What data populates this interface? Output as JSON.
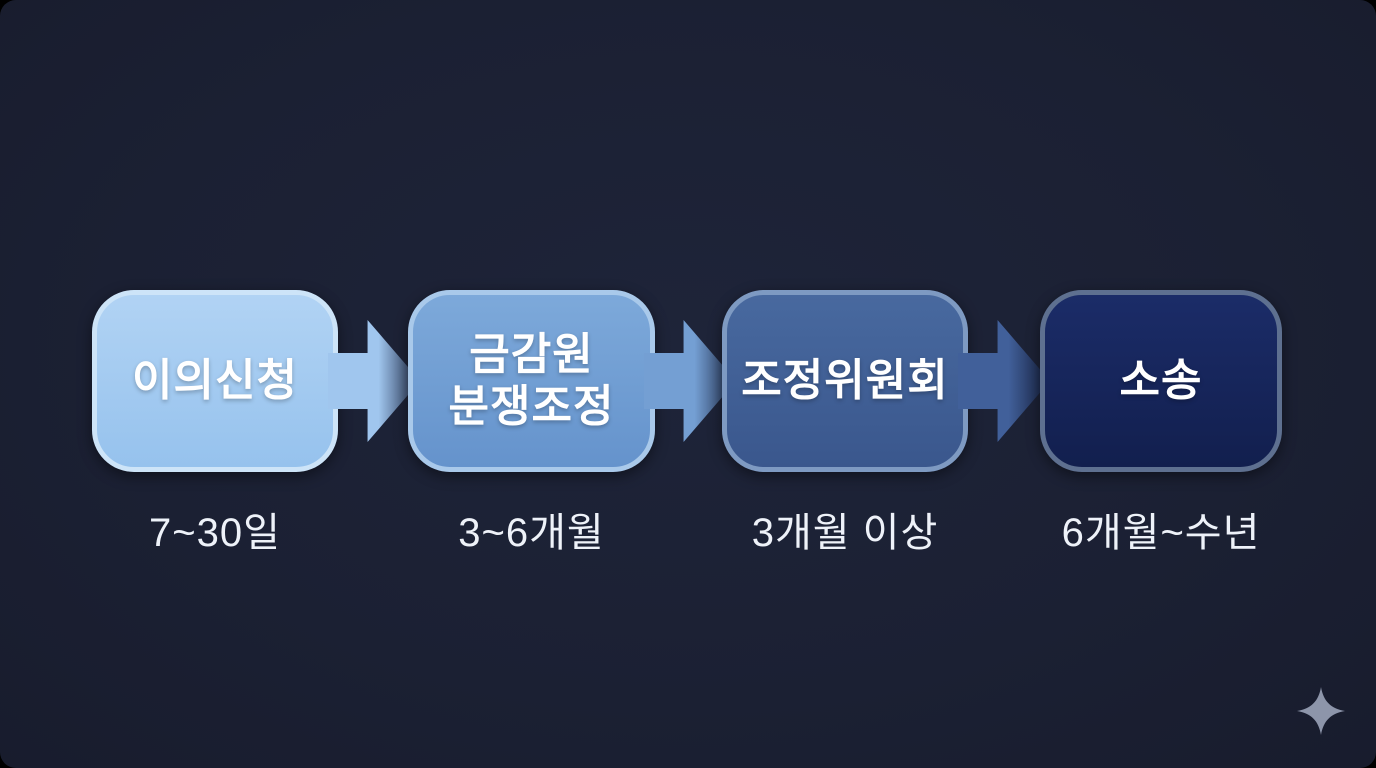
{
  "page": {
    "background_color": "#1b2033"
  },
  "flow": {
    "steps": [
      {
        "id": "complaint",
        "label": "이의신청",
        "duration": "7~30일",
        "fill_top": "#b1d3f4",
        "fill_bottom": "#96c2ed",
        "border": "#cde4f8",
        "text_color": "#ffffff"
      },
      {
        "id": "fss-dispute-mediation",
        "label": "금감원\n분쟁조정",
        "duration": "3~6개월",
        "fill_top": "#7da9da",
        "fill_bottom": "#6593cc",
        "border": "#a9c9ea",
        "text_color": "#ffffff"
      },
      {
        "id": "mediation-committee",
        "label": "조정위원회",
        "duration": "3개월 이상",
        "fill_top": "#48699f",
        "fill_bottom": "#3a578d",
        "border": "#7e9ac2",
        "text_color": "#ffffff"
      },
      {
        "id": "litigation",
        "label": "소송",
        "duration": "6개월~수년",
        "fill_top": "#1b2c68",
        "fill_bottom": "#121f4e",
        "border": "#5e7090",
        "text_color": "#ffffff"
      }
    ],
    "arrows": [
      {
        "from": "이의신청",
        "to": "금감원 분쟁조정",
        "color_start": "#a0c6ee",
        "color_end": "#1c2745"
      },
      {
        "from": "금감원 분쟁조정",
        "to": "조정위원회",
        "color_start": "#749fd3",
        "color_end": "#1c2745"
      },
      {
        "from": "조정위원회",
        "to": "소송",
        "color_start": "#41609a",
        "color_end": "#151e3b"
      }
    ]
  },
  "footer": {
    "sparkle_color": "#8d95aa"
  }
}
